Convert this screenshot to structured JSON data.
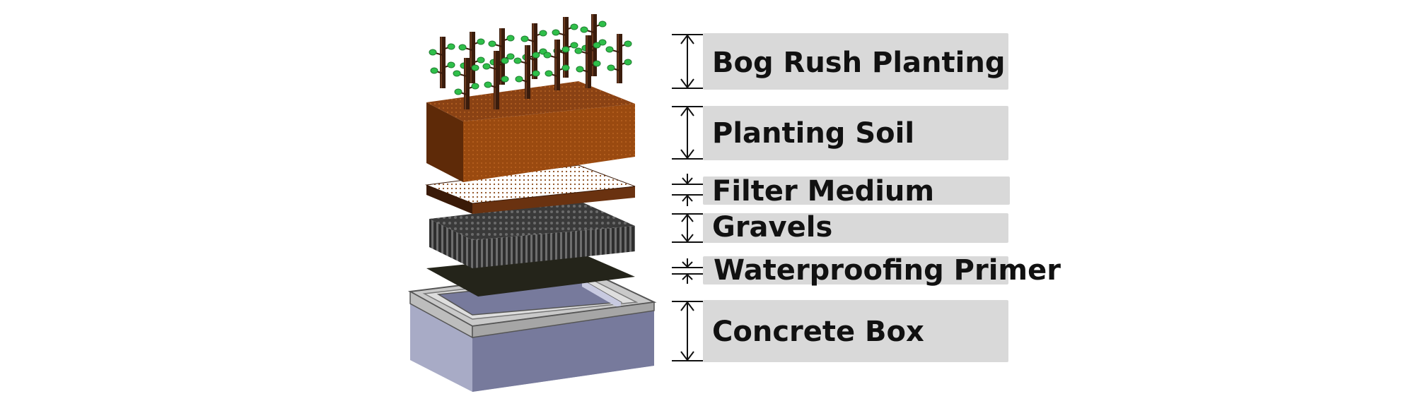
{
  "diagram": {
    "layers": [
      {
        "id": "bog-rush",
        "label": "Bog Rush Planting"
      },
      {
        "id": "soil",
        "label": "Planting Soil"
      },
      {
        "id": "filter",
        "label": "Filter Medium"
      },
      {
        "id": "gravels",
        "label": "Gravels"
      },
      {
        "id": "primer",
        "label": "Waterproofing Primer"
      },
      {
        "id": "concrete",
        "label": "Concrete Box"
      }
    ],
    "colors": {
      "label_box": "#d9d9d9",
      "soil_front": "#9a4a10",
      "soil_side": "#5e2a08",
      "filter": "#6a3210",
      "gravel": "#3c3c3c",
      "primer": "#24241a",
      "concrete_front": "#a8abc6",
      "concrete_side": "#777a9c",
      "stem": "#3a1c0c",
      "leaf": "#2fbf4a"
    }
  }
}
